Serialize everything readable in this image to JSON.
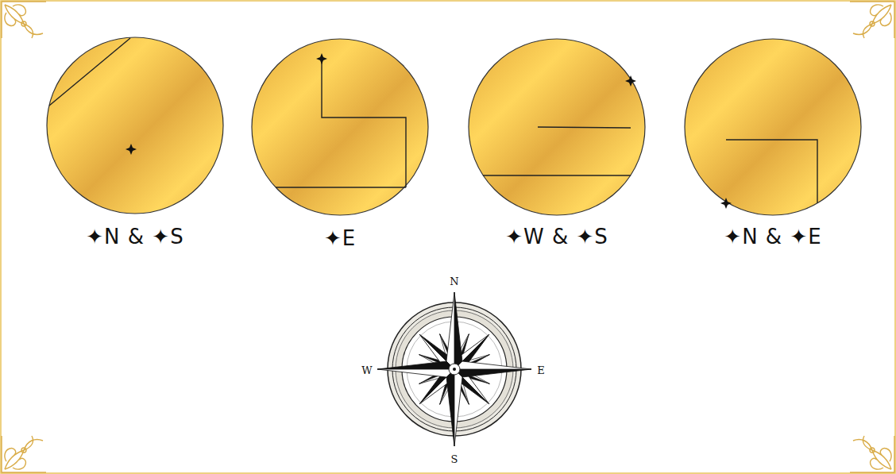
{
  "diagram": {
    "labels": [
      "✦N & ✦S",
      "✦E",
      "✦W & ✦S",
      "✦N & ✦E",
      "N",
      "W",
      "E",
      "S"
    ]
  }
}
